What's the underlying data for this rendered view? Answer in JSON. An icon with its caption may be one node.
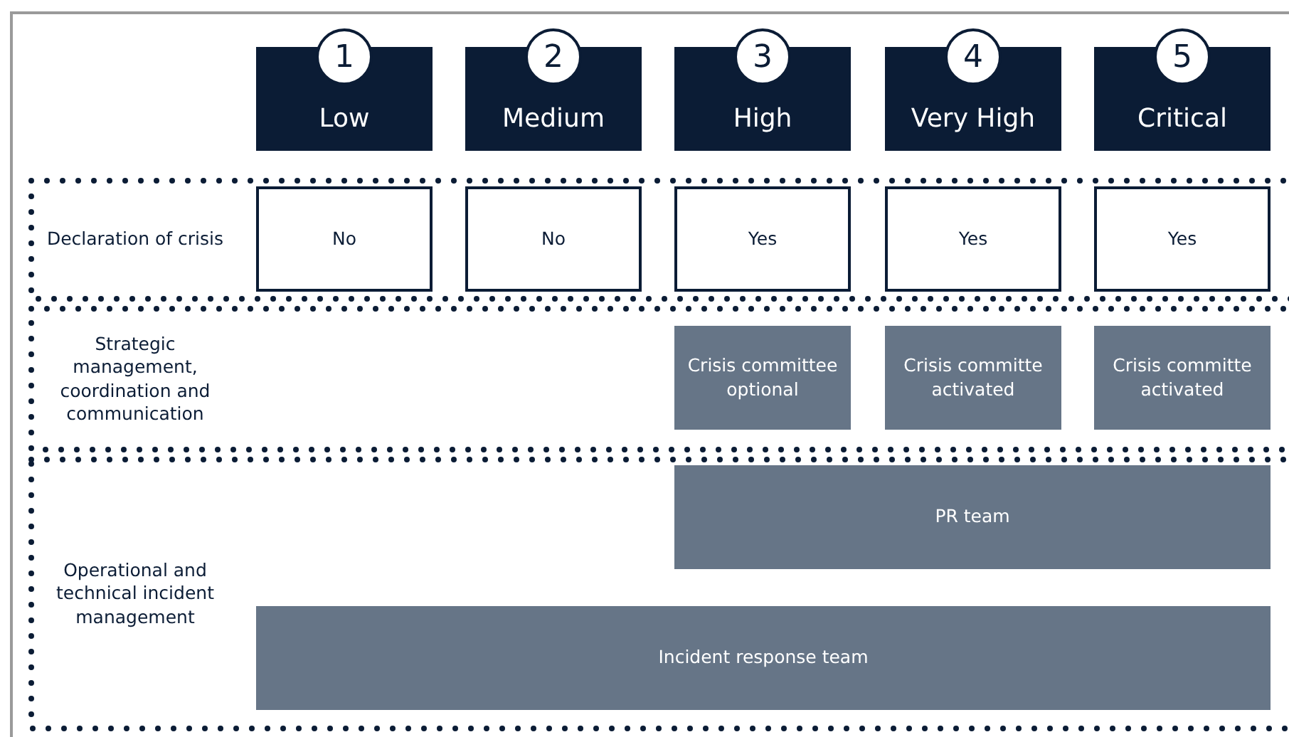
{
  "diagram": {
    "nodes": [
      {
        "text": [
          "1",
          "Low"
        ]
      },
      {
        "text": [
          "2",
          "Medium"
        ]
      },
      {
        "text": [
          "3",
          "High"
        ]
      },
      {
        "text": [
          "4",
          "Very High"
        ]
      },
      {
        "text": [
          "5",
          "Critical"
        ]
      },
      {
        "text": [
          "Declaration of crisis"
        ]
      },
      {
        "text": [
          "No"
        ],
        "in": 5
      },
      {
        "text": [
          "No"
        ],
        "in": 5
      },
      {
        "text": [
          "Yes"
        ],
        "in": 5
      },
      {
        "text": [
          "Yes"
        ],
        "in": 5
      },
      {
        "text": [
          "Yes"
        ],
        "in": 5
      },
      {
        "text": [
          "Strategic management, coordination and communication"
        ]
      },
      {
        "text": [
          "Crisis committee optional"
        ],
        "in": 11
      },
      {
        "text": [
          "Crisis committe activated"
        ],
        "in": 11
      },
      {
        "text": [
          "Crisis committe activated"
        ],
        "in": 11
      },
      {
        "text": [
          "Operational and technical incident management"
        ]
      },
      {
        "text": [
          "PR team"
        ],
        "in": 15
      },
      {
        "text": [
          "Incident response team"
        ],
        "in": 15
      }
    ],
    "edges": []
  }
}
